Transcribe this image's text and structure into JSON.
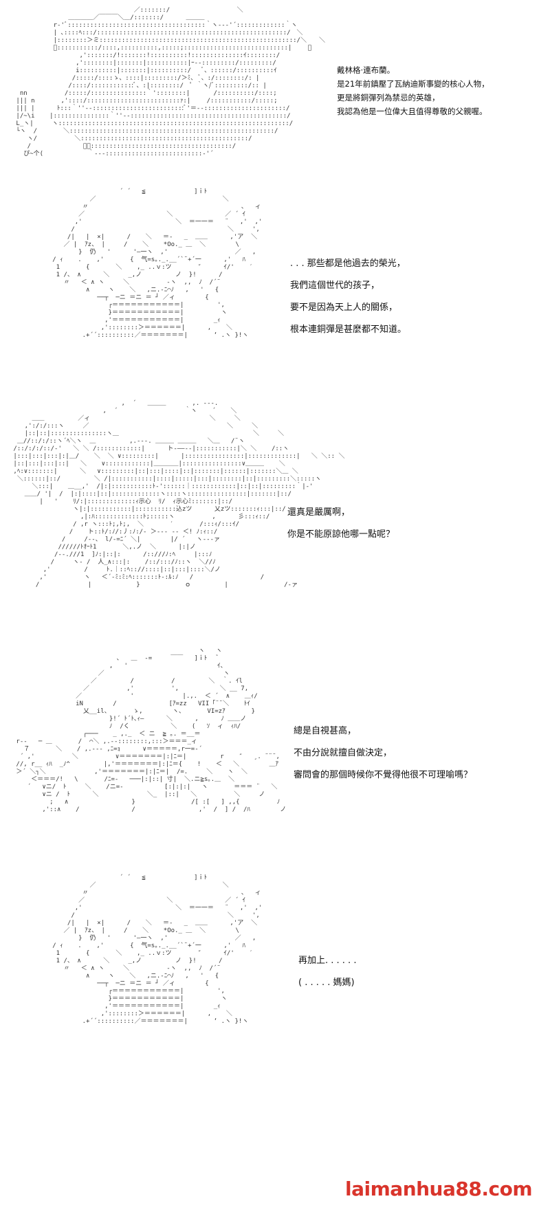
{
  "panels": [
    {
      "lines": [
        "戴林格·連布蘭。",
        "是21年前鎮壓了瓦納迪斯事變的核心人物，",
        "更是將銅彈列為禁忌的英雄，",
        "我認為他是一位偉大且值得尊敬的父親喔。"
      ]
    },
    {
      "lines": [
        ". . . 那些都是他過去的榮光，",
        "我們這個世代的孩子，",
        "要不是因為天上人的關係，",
        "根本連銅彈是甚麼都不知道。"
      ]
    },
    {
      "lines": [
        "還真是嚴厲啊，",
        "你是不能原諒他哪一點呢？"
      ]
    },
    {
      "lines": [
        "總是自視甚高，",
        "不由分說就擅自做決定，",
        "審問會的那個時候你不覺得他很不可理喻嗎？"
      ]
    },
    {
      "lines": [
        "再加上. . . . . .",
        "( . . . . . 媽媽)"
      ]
    }
  ],
  "watermark": {
    "text": "laimanhua88.com",
    "color": "#d9342b"
  }
}
